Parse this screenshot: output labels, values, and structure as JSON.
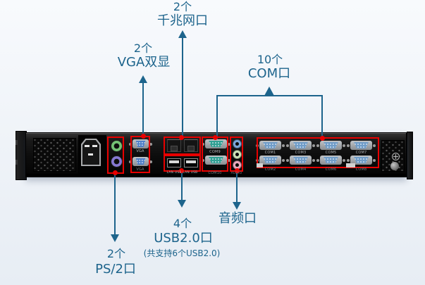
{
  "colors": {
    "annotation_blue": "#1d648c",
    "highlight_red": "#e80000",
    "vga_port_blue": "#4d7ec8",
    "mid_com_teal": "#2f9f92",
    "right_com_steel_blue": "#6f9cc8",
    "ps2_green": "#74c274",
    "ps2_purple": "#8678d2",
    "audio_jack_blue": "#7aa6d8",
    "audio_jack_green": "#cde2b8",
    "audio_jack_pink": "#e8a8bc"
  },
  "annotations": {
    "gigabit_lan": {
      "count": "2个",
      "label": "千兆网口"
    },
    "vga": {
      "count": "2个",
      "label": "VGA双显"
    },
    "com": {
      "count": "10个",
      "label": "COM口"
    },
    "ps2": {
      "count": "2个",
      "label": "PS/2口"
    },
    "usb": {
      "count": "4个",
      "label": "USB2.0口",
      "note": "(共支持6个USB2.0)"
    },
    "audio": {
      "label": "音频口"
    }
  },
  "chassis": {
    "port_labels": {
      "vga_top": "VGA",
      "vga_bottom": "VGA",
      "lan_usb_row": "LAN USB LAN USB",
      "mid_com_top": "COM9",
      "mid_com_bottom": "COM10",
      "audio": "AUDIO",
      "right_com_top": [
        "COM1",
        "COM3",
        "COM5",
        "COM7"
      ],
      "right_com_bottom": [
        "COM2",
        "COM4",
        "COM6",
        "COM8"
      ]
    }
  }
}
